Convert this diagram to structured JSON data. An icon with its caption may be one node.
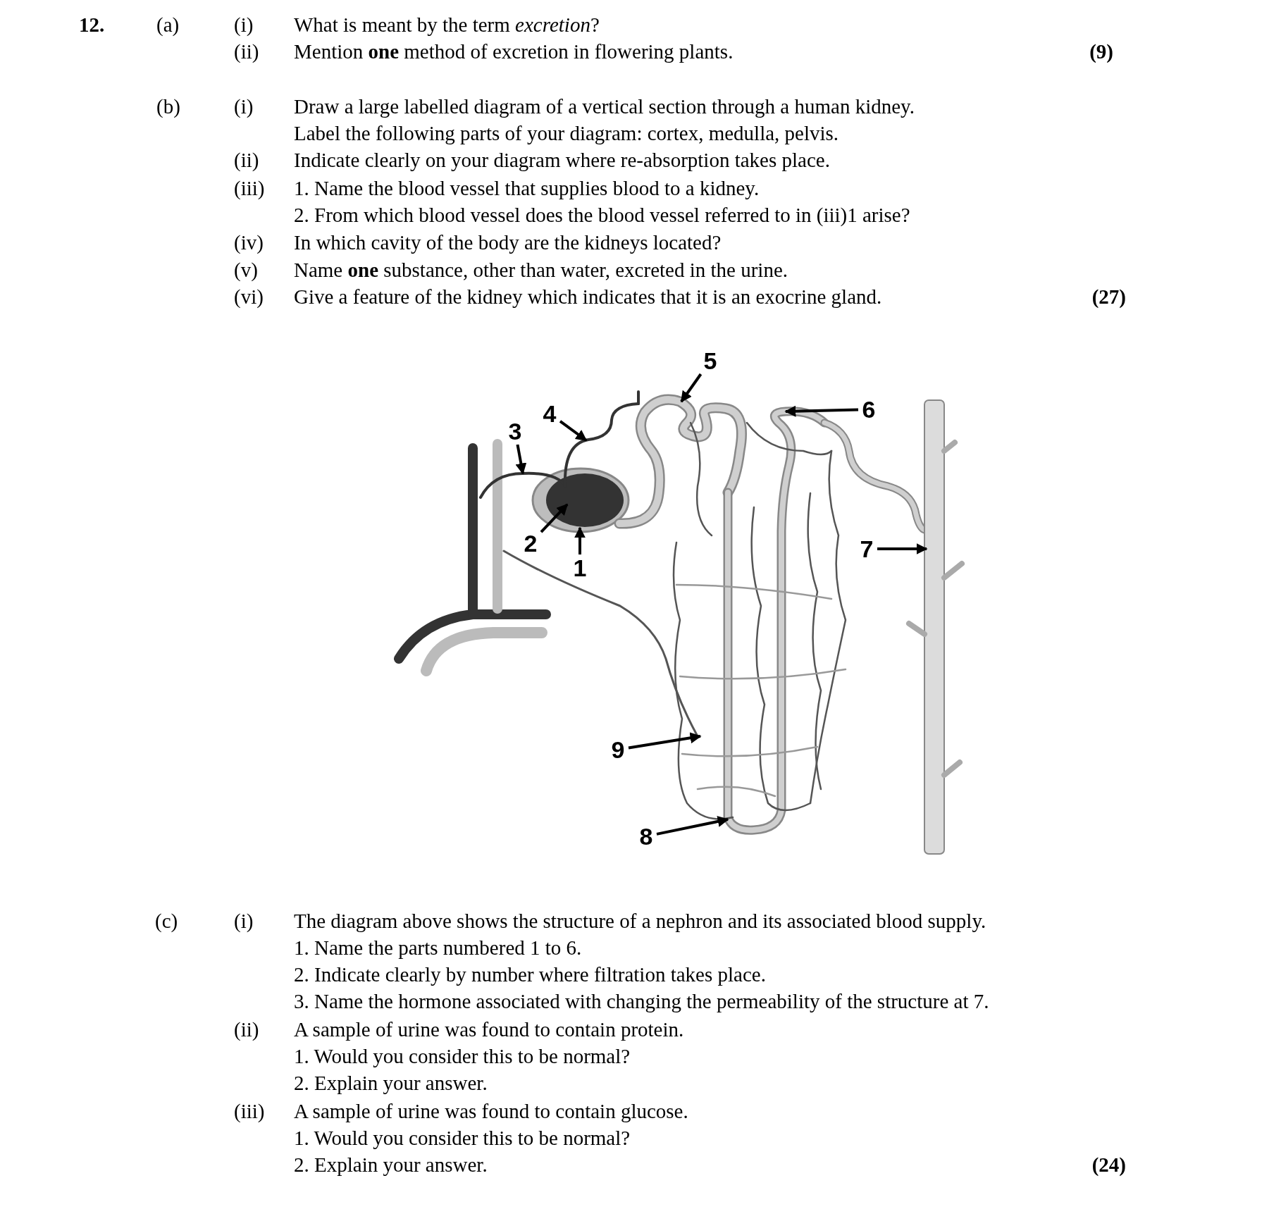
{
  "diagram": {
    "nodes": [
      {
        "text": [
          "1"
        ]
      },
      {
        "text": [
          "2"
        ]
      },
      {
        "text": [
          "3"
        ]
      },
      {
        "text": [
          "4"
        ]
      },
      {
        "text": [
          "5"
        ]
      },
      {
        "text": [
          "6"
        ]
      },
      {
        "text": [
          "7"
        ]
      },
      {
        "text": [
          "8"
        ]
      },
      {
        "text": [
          "9"
        ]
      }
    ],
    "edges": [
      {
        "from": 0,
        "to": null,
        "arrow": "to"
      },
      {
        "from": 1,
        "to": null,
        "arrow": "to"
      },
      {
        "from": 2,
        "to": null,
        "arrow": "to"
      },
      {
        "from": 3,
        "to": null,
        "arrow": "to"
      },
      {
        "from": 4,
        "to": null,
        "arrow": "to"
      },
      {
        "from": 5,
        "to": null,
        "arrow": "to"
      },
      {
        "from": 6,
        "to": null,
        "arrow": "to"
      },
      {
        "from": 7,
        "to": null,
        "arrow": "to"
      },
      {
        "from": 8,
        "to": null,
        "arrow": "to"
      }
    ],
    "labels": [
      "12.",
      "(a)",
      "(i)",
      "What is meant by the term *excretion*?",
      "(ii)",
      "Mention **one** method of excretion in flowering plants.",
      "(9)",
      "(b)",
      "(i)",
      "Draw a large labelled diagram of a vertical section through a human kidney.",
      "Label the following parts of your diagram: cortex, medulla, pelvis.",
      "(ii)",
      "Indicate clearly on your diagram where re-absorption takes place.",
      "(iii)",
      "1. Name the blood vessel that supplies blood to a kidney.",
      "2. From which blood vessel does the blood vessel referred to in (iii)1 arise?",
      "(iv)",
      "In which cavity of the body are the kidneys located?",
      "(v)",
      "Name **one** substance, other than water, excreted in the urine.",
      "(vi)",
      "Give a feature of the kidney which indicates that it is an exocrine gland.",
      "(27)",
      "(c)",
      "(i)",
      "The diagram above shows the structure of a nephron and its associated blood supply.",
      "1.  Name the parts numbered 1 to 6.",
      "2.  Indicate clearly by number where filtration takes place.",
      "3.  Name the hormone associated with changing the permeability of the structure at 7.",
      "(ii)",
      "A sample of urine was found to contain protein.",
      "1.  Would you consider this to be normal?",
      "2.  Explain your answer.",
      "(iii)",
      "A sample of urine was found to contain glucose.",
      "1.  Would you consider this to be normal?",
      "2.  Explain your answer.",
      "(24)"
    ]
  }
}
